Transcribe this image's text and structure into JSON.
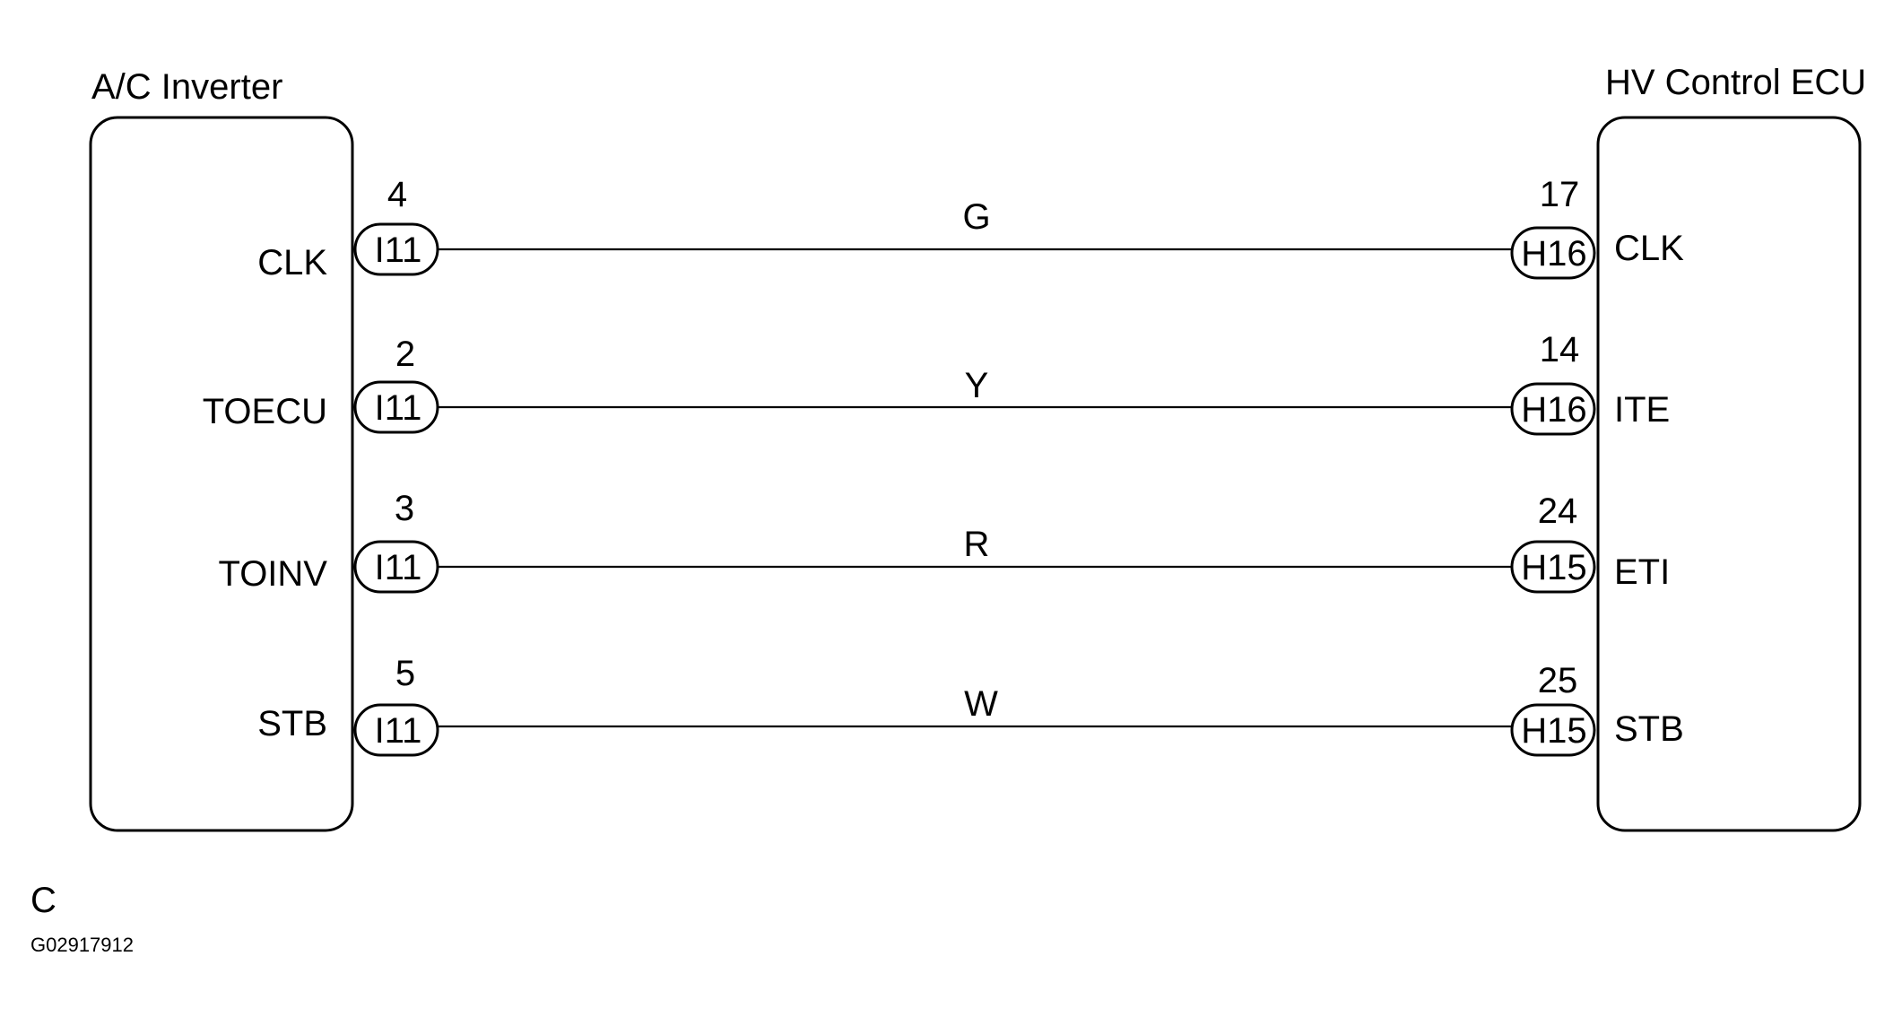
{
  "left_component": {
    "title": "A/C Inverter",
    "pins": [
      {
        "name": "CLK",
        "number": "4",
        "connector": "I11"
      },
      {
        "name": "TOECU",
        "number": "2",
        "connector": "I11"
      },
      {
        "name": "TOINV",
        "number": "3",
        "connector": "I11"
      },
      {
        "name": "STB",
        "number": "5",
        "connector": "I11"
      }
    ]
  },
  "right_component": {
    "title": "HV Control ECU",
    "pins": [
      {
        "name": "CLK",
        "number": "17",
        "connector": "H16"
      },
      {
        "name": "ITE",
        "number": "14",
        "connector": "H16"
      },
      {
        "name": "ETI",
        "number": "24",
        "connector": "H15"
      },
      {
        "name": "STB",
        "number": "25",
        "connector": "H15"
      }
    ]
  },
  "wires": [
    {
      "color": "G"
    },
    {
      "color": "Y"
    },
    {
      "color": "R"
    },
    {
      "color": "W"
    }
  ],
  "footer": {
    "letter": "C",
    "code": "G02917912"
  }
}
